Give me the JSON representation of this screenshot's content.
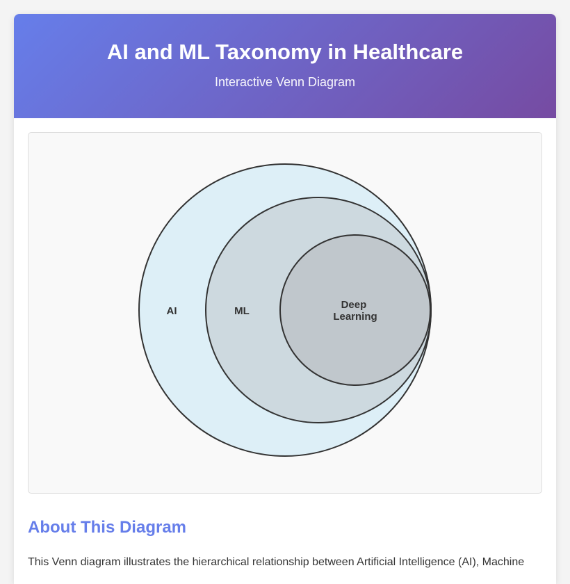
{
  "header": {
    "title": "AI and ML Taxonomy in Healthcare",
    "subtitle": "Interactive Venn Diagram"
  },
  "diagram": {
    "sets": [
      {
        "id": "ai",
        "label": "AI"
      },
      {
        "id": "ml",
        "label": "ML"
      },
      {
        "id": "dl",
        "label_lines": [
          "Deep",
          "Learning"
        ]
      }
    ],
    "colors": {
      "ai_fill": "#ddeff7",
      "ml_fill": "#cdd9df",
      "dl_fill": "#c0c7cc",
      "stroke": "#333333"
    }
  },
  "about": {
    "heading": "About This Diagram",
    "text": "This Venn diagram illustrates the hierarchical relationship between Artificial Intelligence (AI), Machine"
  }
}
